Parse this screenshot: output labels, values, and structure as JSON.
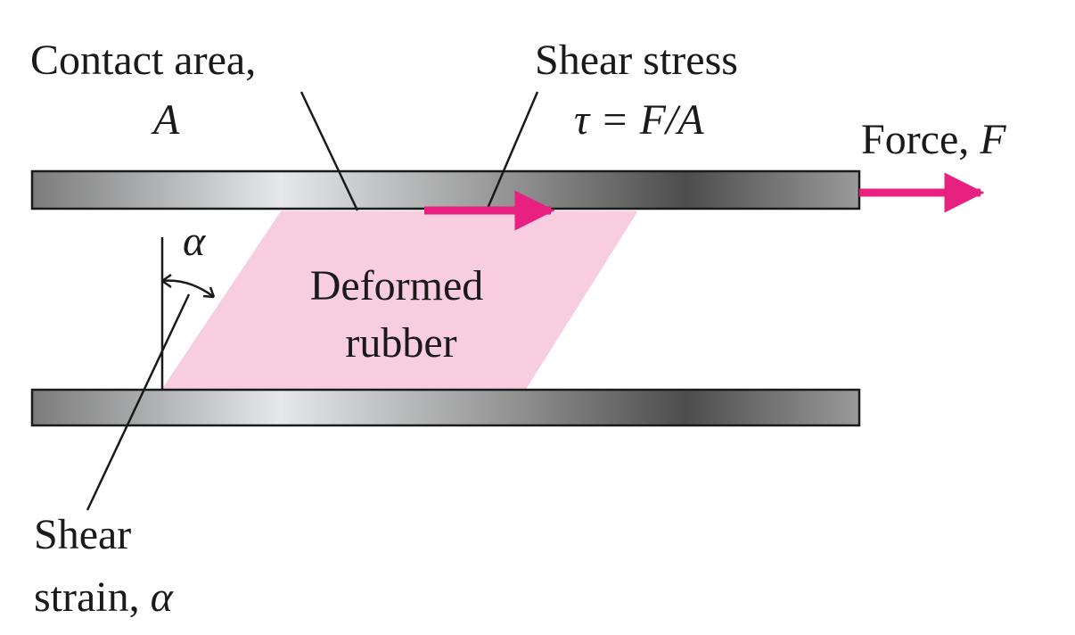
{
  "labels": {
    "contact_area_line1": "Contact area,",
    "contact_area_symbol": "A",
    "shear_stress_line1": "Shear stress",
    "shear_stress_formula_tau": "τ",
    "shear_stress_formula_rest": " = F/A",
    "force_text": "Force, ",
    "force_symbol": "F",
    "rubber_line1": "Deformed",
    "rubber_line2": "rubber",
    "alpha_symbol": "α",
    "strain_line1": "Shear",
    "strain_line2": "strain, ",
    "strain_symbol": "α"
  },
  "colors": {
    "arrow": "#e8207f",
    "rubber": "#f9cde0",
    "plate_dark": "#5a5a5a",
    "plate_light": "#e6e8ea",
    "line": "#1a1a1a"
  }
}
